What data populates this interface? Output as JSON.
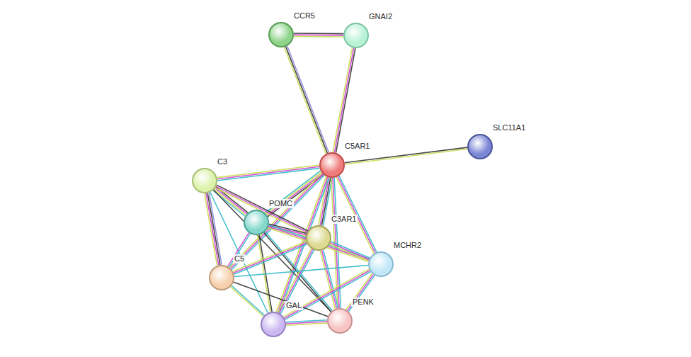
{
  "diagram": {
    "nodes": [
      {
        "text": [
          "CCR5"
        ]
      },
      {
        "text": [
          "GNAI2"
        ]
      },
      {
        "text": [
          "C5AR1"
        ]
      },
      {
        "text": [
          "SLC11A1"
        ]
      },
      {
        "text": [
          "C3"
        ]
      },
      {
        "text": [
          "POMC"
        ]
      },
      {
        "text": [
          "C3AR1"
        ]
      },
      {
        "text": [
          "MCHR2"
        ]
      },
      {
        "text": [
          "C5"
        ]
      },
      {
        "text": [
          "GAL"
        ]
      },
      {
        "text": [
          "PENK"
        ]
      }
    ],
    "edges": [
      {
        "from": 0,
        "to": 1,
        "arrow": "none"
      },
      {
        "from": 0,
        "to": 2,
        "arrow": "none"
      },
      {
        "from": 1,
        "to": 2,
        "arrow": "none"
      },
      {
        "from": 2,
        "to": 3,
        "arrow": "none"
      },
      {
        "from": 2,
        "to": 4,
        "arrow": "none"
      },
      {
        "from": 2,
        "to": 5,
        "arrow": "none"
      },
      {
        "from": 2,
        "to": 6,
        "arrow": "none"
      },
      {
        "from": 2,
        "to": 7,
        "arrow": "none"
      },
      {
        "from": 2,
        "to": 8,
        "arrow": "none"
      },
      {
        "from": 2,
        "to": 9,
        "arrow": "none"
      },
      {
        "from": 2,
        "to": 10,
        "arrow": "none"
      },
      {
        "from": 4,
        "to": 5,
        "arrow": "none"
      },
      {
        "from": 4,
        "to": 6,
        "arrow": "none"
      },
      {
        "from": 4,
        "to": 8,
        "arrow": "none"
      },
      {
        "from": 4,
        "to": 9,
        "arrow": "none"
      },
      {
        "from": 4,
        "to": 10,
        "arrow": "none"
      },
      {
        "from": 5,
        "to": 6,
        "arrow": "none"
      },
      {
        "from": 5,
        "to": 8,
        "arrow": "none"
      },
      {
        "from": 5,
        "to": 9,
        "arrow": "none"
      },
      {
        "from": 5,
        "to": 10,
        "arrow": "none"
      },
      {
        "from": 5,
        "to": 7,
        "arrow": "none"
      },
      {
        "from": 6,
        "to": 7,
        "arrow": "none"
      },
      {
        "from": 6,
        "to": 8,
        "arrow": "none"
      },
      {
        "from": 6,
        "to": 9,
        "arrow": "none"
      },
      {
        "from": 6,
        "to": 10,
        "arrow": "none"
      },
      {
        "from": 7,
        "to": 8,
        "arrow": "none"
      },
      {
        "from": 7,
        "to": 9,
        "arrow": "none"
      },
      {
        "from": 7,
        "to": 10,
        "arrow": "none"
      },
      {
        "from": 8,
        "to": 9,
        "arrow": "none"
      },
      {
        "from": 8,
        "to": 10,
        "arrow": "none"
      },
      {
        "from": 9,
        "to": 10,
        "arrow": "none"
      }
    ]
  }
}
